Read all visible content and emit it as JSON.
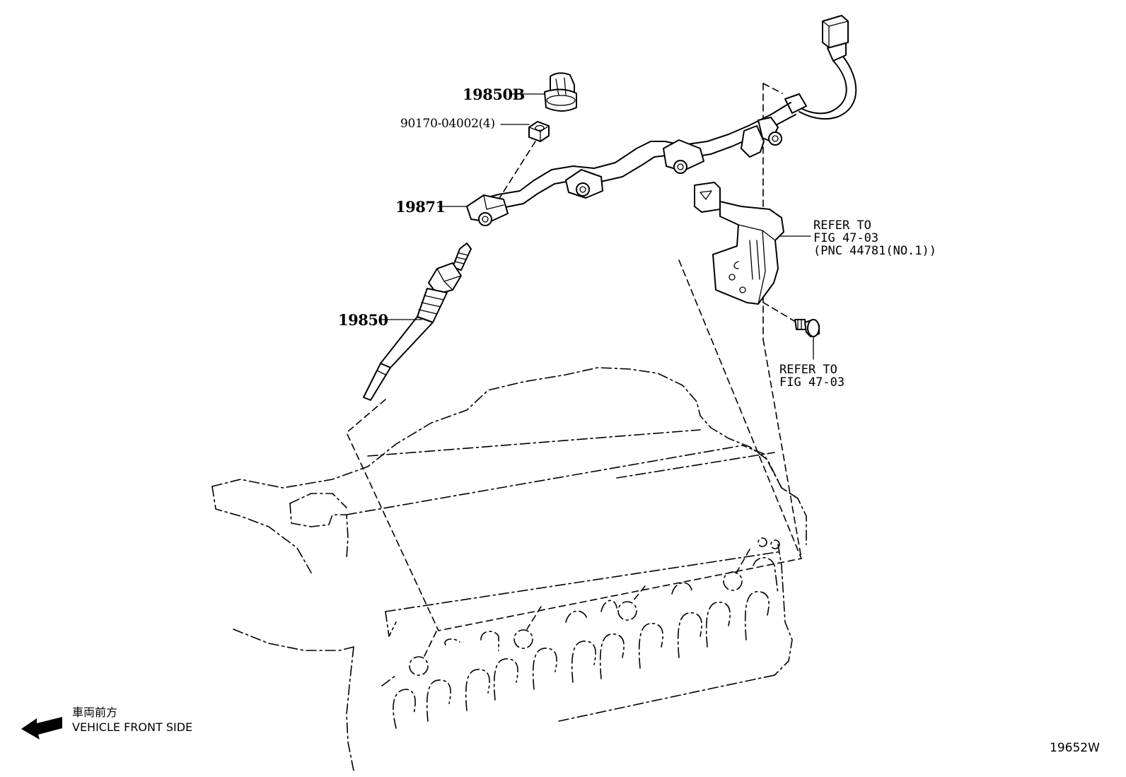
{
  "diagram": {
    "parts": {
      "glow_plug_clamp": "19850B",
      "nut": "90170-04002(4)",
      "glow_plug_connector": "19871",
      "glow_plug": "19850"
    },
    "references": {
      "bracket_ref_line1": "REFER TO",
      "bracket_ref_line2": "FIG 47-03",
      "bracket_ref_line3": "(PNC 44781(NO.1))",
      "bolt_ref_line1": "REFER TO",
      "bolt_ref_line2": "FIG 47-03"
    },
    "direction": {
      "japanese": "車両前方",
      "english": "VEHICLE FRONT SIDE"
    },
    "figure_id": "19652W"
  }
}
